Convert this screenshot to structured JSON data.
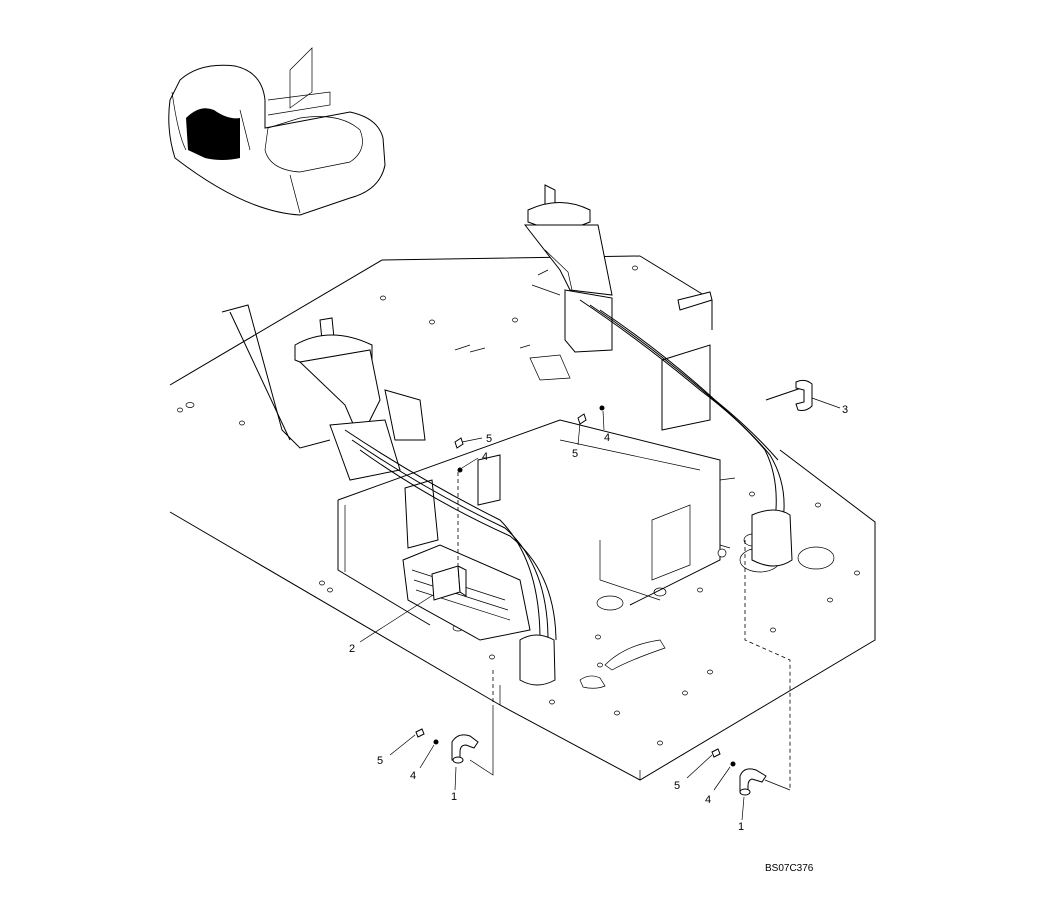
{
  "callouts": {
    "c1a": "1",
    "c1b": "1",
    "c2": "2",
    "c3": "3",
    "c4a": "4",
    "c4b": "4",
    "c4c": "4",
    "c4d": "4",
    "c5a": "5",
    "c5b": "5",
    "c5c": "5",
    "c5d": "5"
  },
  "reference_code": "BS07C376"
}
